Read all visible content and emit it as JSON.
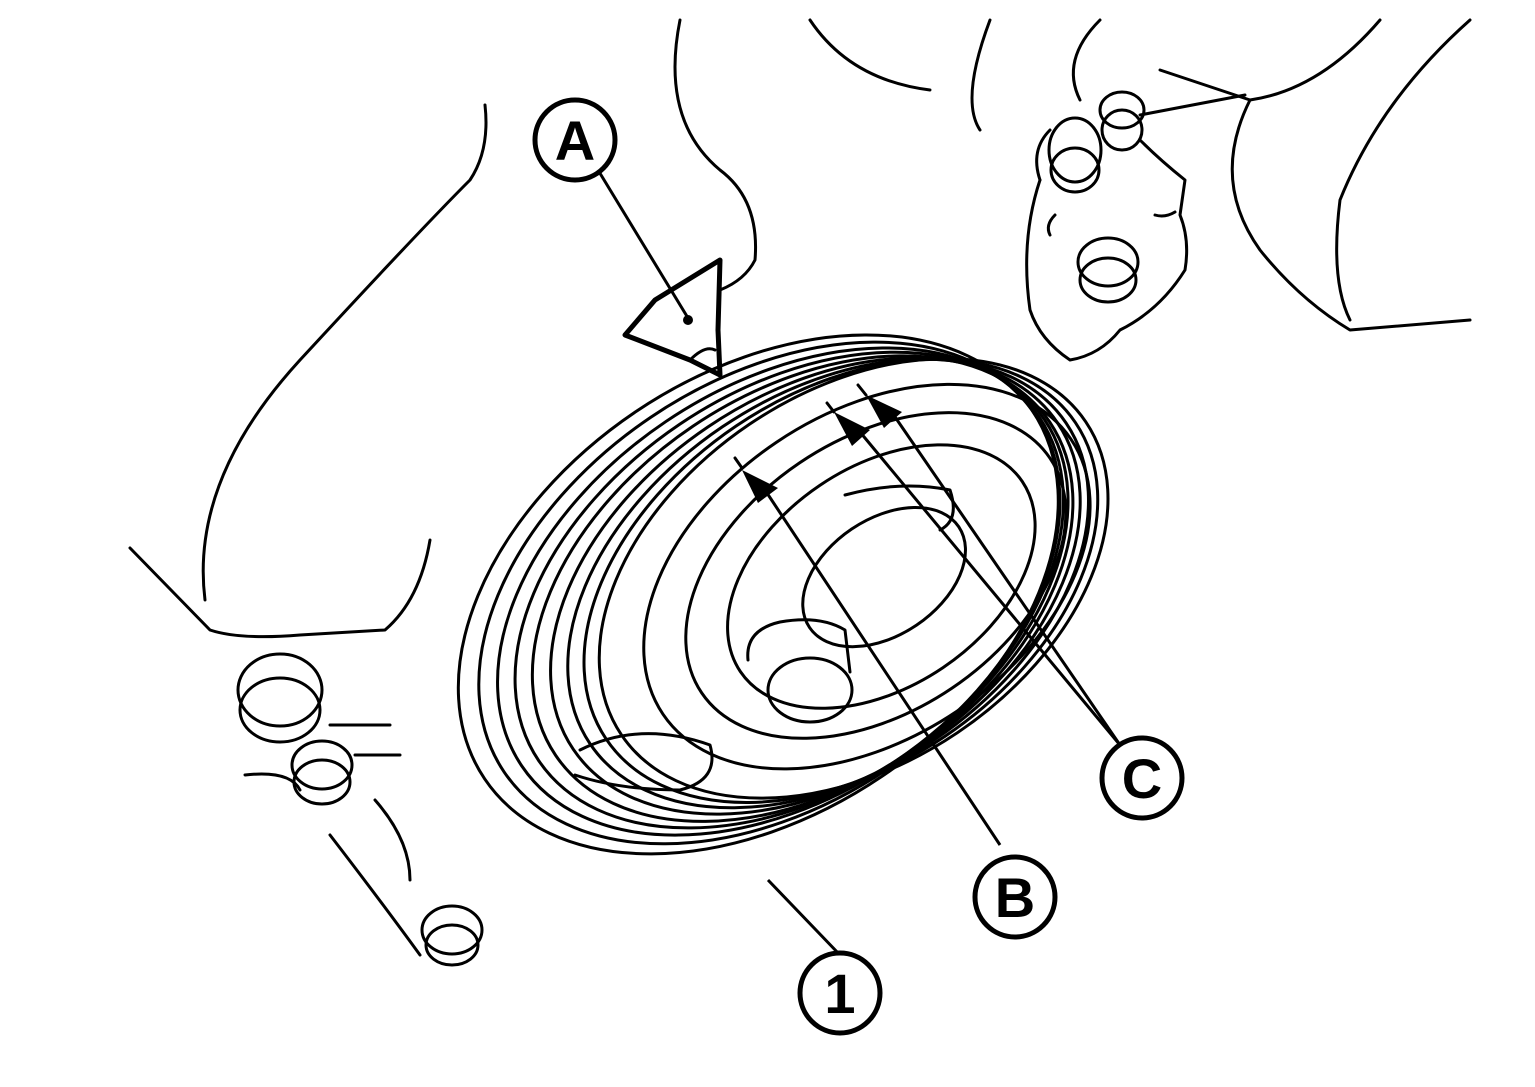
{
  "callouts": {
    "A": "A",
    "B": "B",
    "C": "C",
    "one": "1"
  }
}
